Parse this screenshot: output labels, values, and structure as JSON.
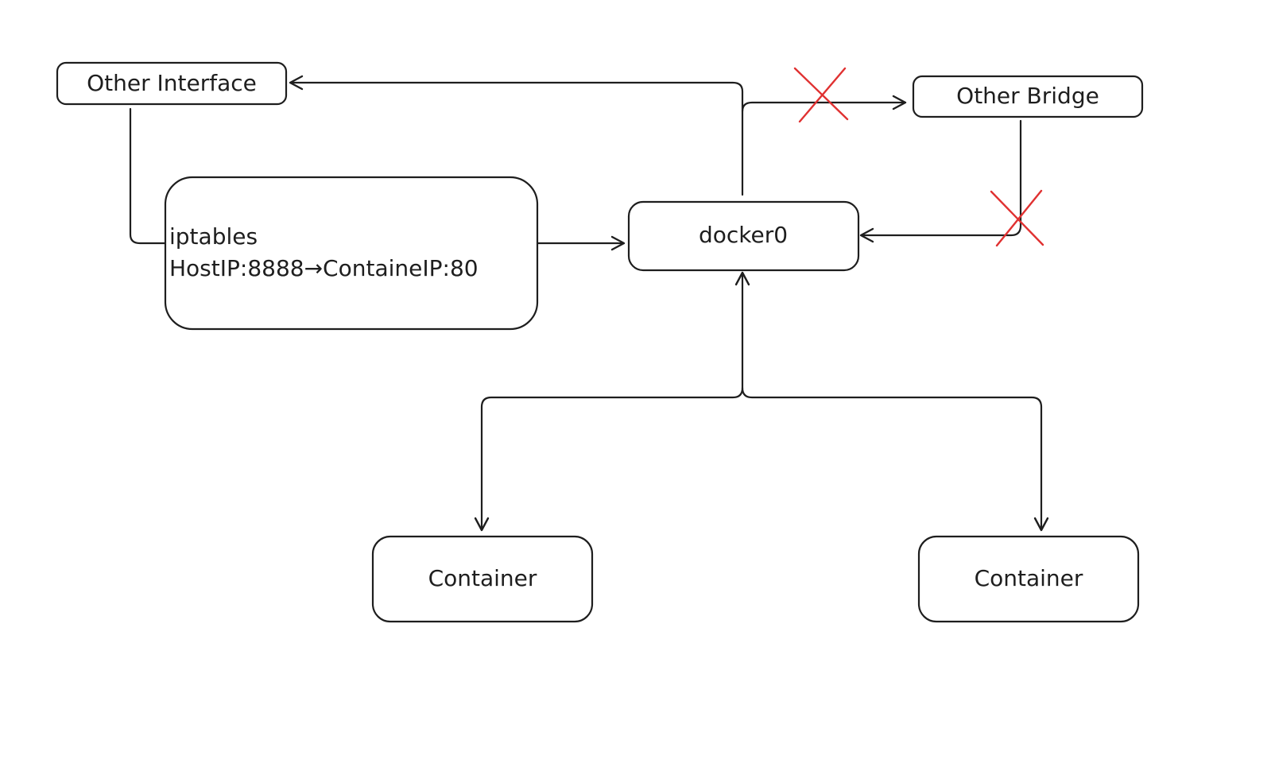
{
  "diagram": {
    "nodes": {
      "other_interface": {
        "label": "Other Interface"
      },
      "other_bridge": {
        "label": "Other Bridge"
      },
      "iptables": {
        "line1": "iptables",
        "line2": "HostIP:8888→ContaineIP:80"
      },
      "docker0": {
        "label": "docker0"
      },
      "container_left": {
        "label": "Container"
      },
      "container_right": {
        "label": "Container"
      }
    },
    "edges": [
      {
        "from": "docker0",
        "to": "other_interface",
        "blocked": false
      },
      {
        "from": "docker0",
        "to": "other_bridge",
        "blocked": true
      },
      {
        "from": "other_bridge",
        "to": "docker0",
        "blocked": true
      },
      {
        "from": "other_interface",
        "to": "iptables",
        "blocked": false
      },
      {
        "from": "iptables",
        "to": "docker0",
        "blocked": false
      },
      {
        "from": "docker0",
        "to": "container_left",
        "blocked": false
      },
      {
        "from": "docker0",
        "to": "container_right",
        "blocked": false
      },
      {
        "from": "container_left",
        "to": "docker0",
        "blocked": false
      },
      {
        "from": "container_right",
        "to": "docker0",
        "blocked": false
      }
    ],
    "colors": {
      "stroke": "#1e1e1e",
      "blocked_marker": "#e03131",
      "background": "#ffffff"
    }
  }
}
